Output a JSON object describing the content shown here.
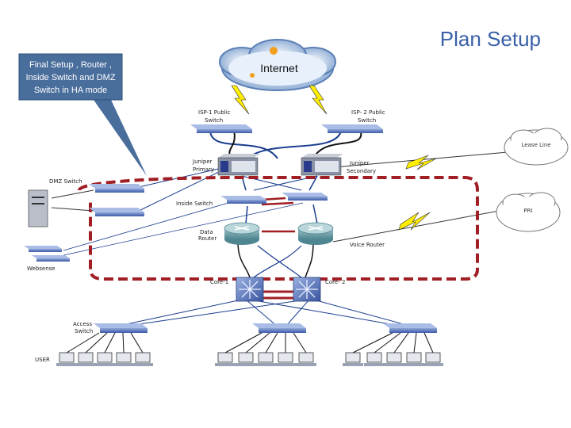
{
  "title": "Plan Setup",
  "callout": {
    "line1": "Final Setup , Router ,",
    "line2": "Inside Switch and DMZ",
    "line3": "Switch in HA mode"
  },
  "labels": {
    "internet": "Internet",
    "isp1_l1": "ISP-1 Public",
    "isp1_l2": "Switch",
    "isp2_l1": "ISP- 2 Public",
    "isp2_l2": "Switch",
    "juniper_primary_l1": "Juniper",
    "juniper_primary_l2": "Primary",
    "juniper_secondary_l1": "Juniper",
    "juniper_secondary_l2": "Secondary",
    "lease_line": "Lease Line",
    "pri": "PRI",
    "dmz_switch": "DMZ Switch",
    "inside_switch": "Inside Switch",
    "data_router_l1": "Data",
    "data_router_l2": "Router",
    "voice_router": "Voice Router",
    "websense": "Websense",
    "core1": "Core-1",
    "core2": "Core- 2",
    "access_l1": "Access",
    "access_l2": "Switch",
    "user": "USER"
  },
  "colors": {
    "title": "#3a60a8",
    "callout_fill": "#4a6e9c",
    "ha_boundary": "#a01e24",
    "link_blue": "#1a3d8f",
    "lightning": "#ffee00"
  }
}
